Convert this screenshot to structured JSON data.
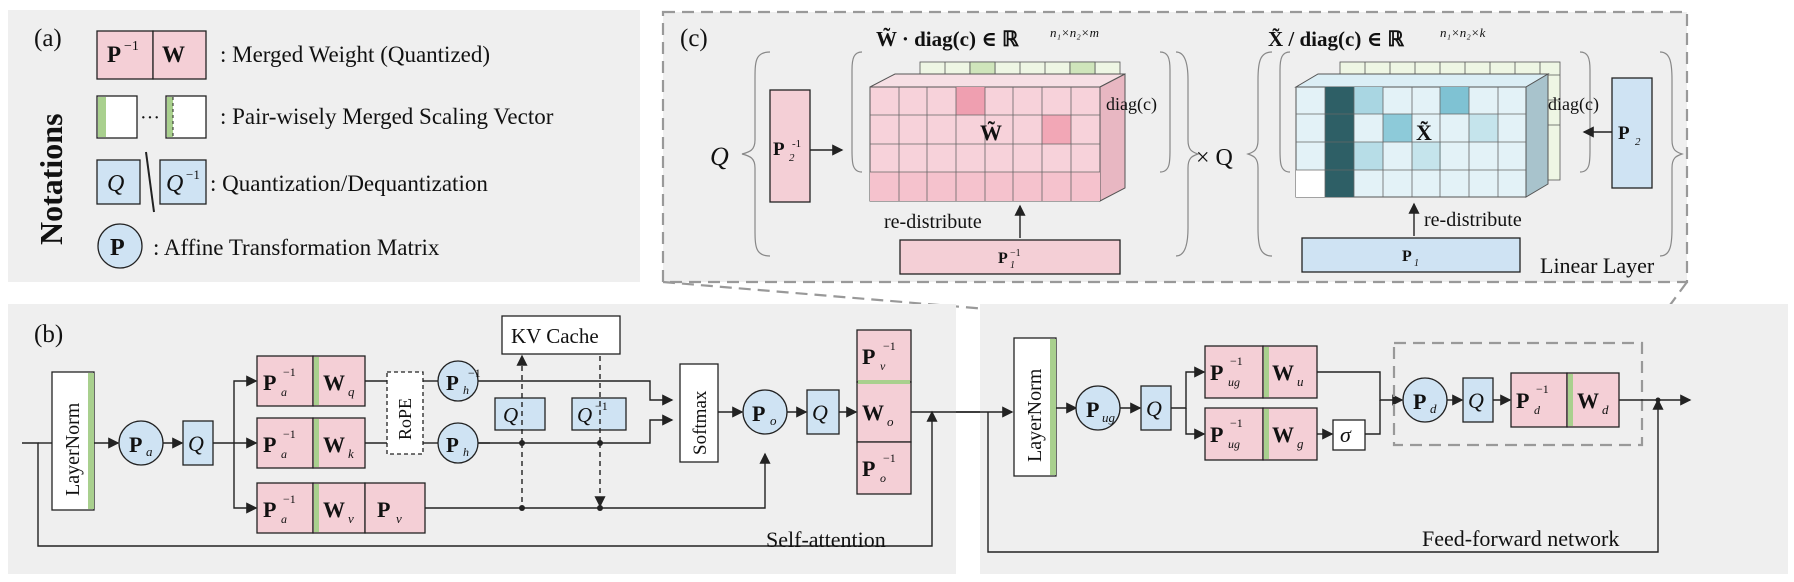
{
  "panel_a": {
    "label": "(a)",
    "title": "Notations",
    "merged_weight": {
      "p": "P",
      "w": "W",
      "desc": ": Merged Weight (Quantized)"
    },
    "scaling_vector": {
      "dots": "···",
      "desc": ": Pair-wisely Merged Scaling Vector"
    },
    "quantization": {
      "q": "Q",
      "qinv": "Q",
      "desc": ": Quantization/Dequantization"
    },
    "affine": {
      "p": "P",
      "desc": ": Affine Transformation Matrix"
    }
  },
  "panel_b": {
    "label": "(b)",
    "layernorm": "LayerNorm",
    "pa": "P",
    "pa_sub": "a",
    "q": "Q",
    "pa_inv": "P",
    "pa_inv_sub": "a",
    "wq": "W",
    "wq_sub": "q",
    "wk": "W",
    "wk_sub": "k",
    "wv": "W",
    "wv_sub": "v",
    "pv": "P",
    "pv_sub": "v",
    "rope": "RoPE",
    "ph": "P",
    "ph_sub": "h",
    "kv_cache": "KV Cache",
    "softmax": "Softmax",
    "po": "P",
    "po_sub": "o",
    "pv_inv_sub": "v",
    "wo_sub": "o",
    "po_inv_sub": "o",
    "self_attention": "Self-attention",
    "ff_layernorm": "LayerNorm",
    "pug": "P",
    "pug_sub": "ug",
    "wu_sub": "u",
    "wg_sub": "g",
    "sigma": "σ",
    "pd": "P",
    "pd_sub": "d",
    "wd_sub": "d",
    "ffn": "Feed-forward network"
  },
  "panel_c": {
    "label": "(c)",
    "q_left": "Q",
    "q_mid": "× Q",
    "p2inv_left": "P",
    "p2_right": "P",
    "title_left_main": "W̃ · diag(c) ∈ ℝ",
    "title_left_sup": "n₁×n₂×m",
    "title_right_main": "X̃ / diag(c) ∈ ℝ",
    "title_right_sup": "n₁×n₂×k",
    "w_tilde": "W̃",
    "x_tilde": "X̃",
    "diag_c": "diag(c)",
    "redistribute": "re-distribute",
    "p1inv": "P",
    "p1": "P",
    "linear_layer": "Linear Layer"
  },
  "colors": {
    "panel_bg": "#efefef",
    "pink": "#f4cfd6",
    "blue": "#cfe3f3",
    "green": "#a9d08e",
    "dark_teal": "#2e5f66"
  }
}
